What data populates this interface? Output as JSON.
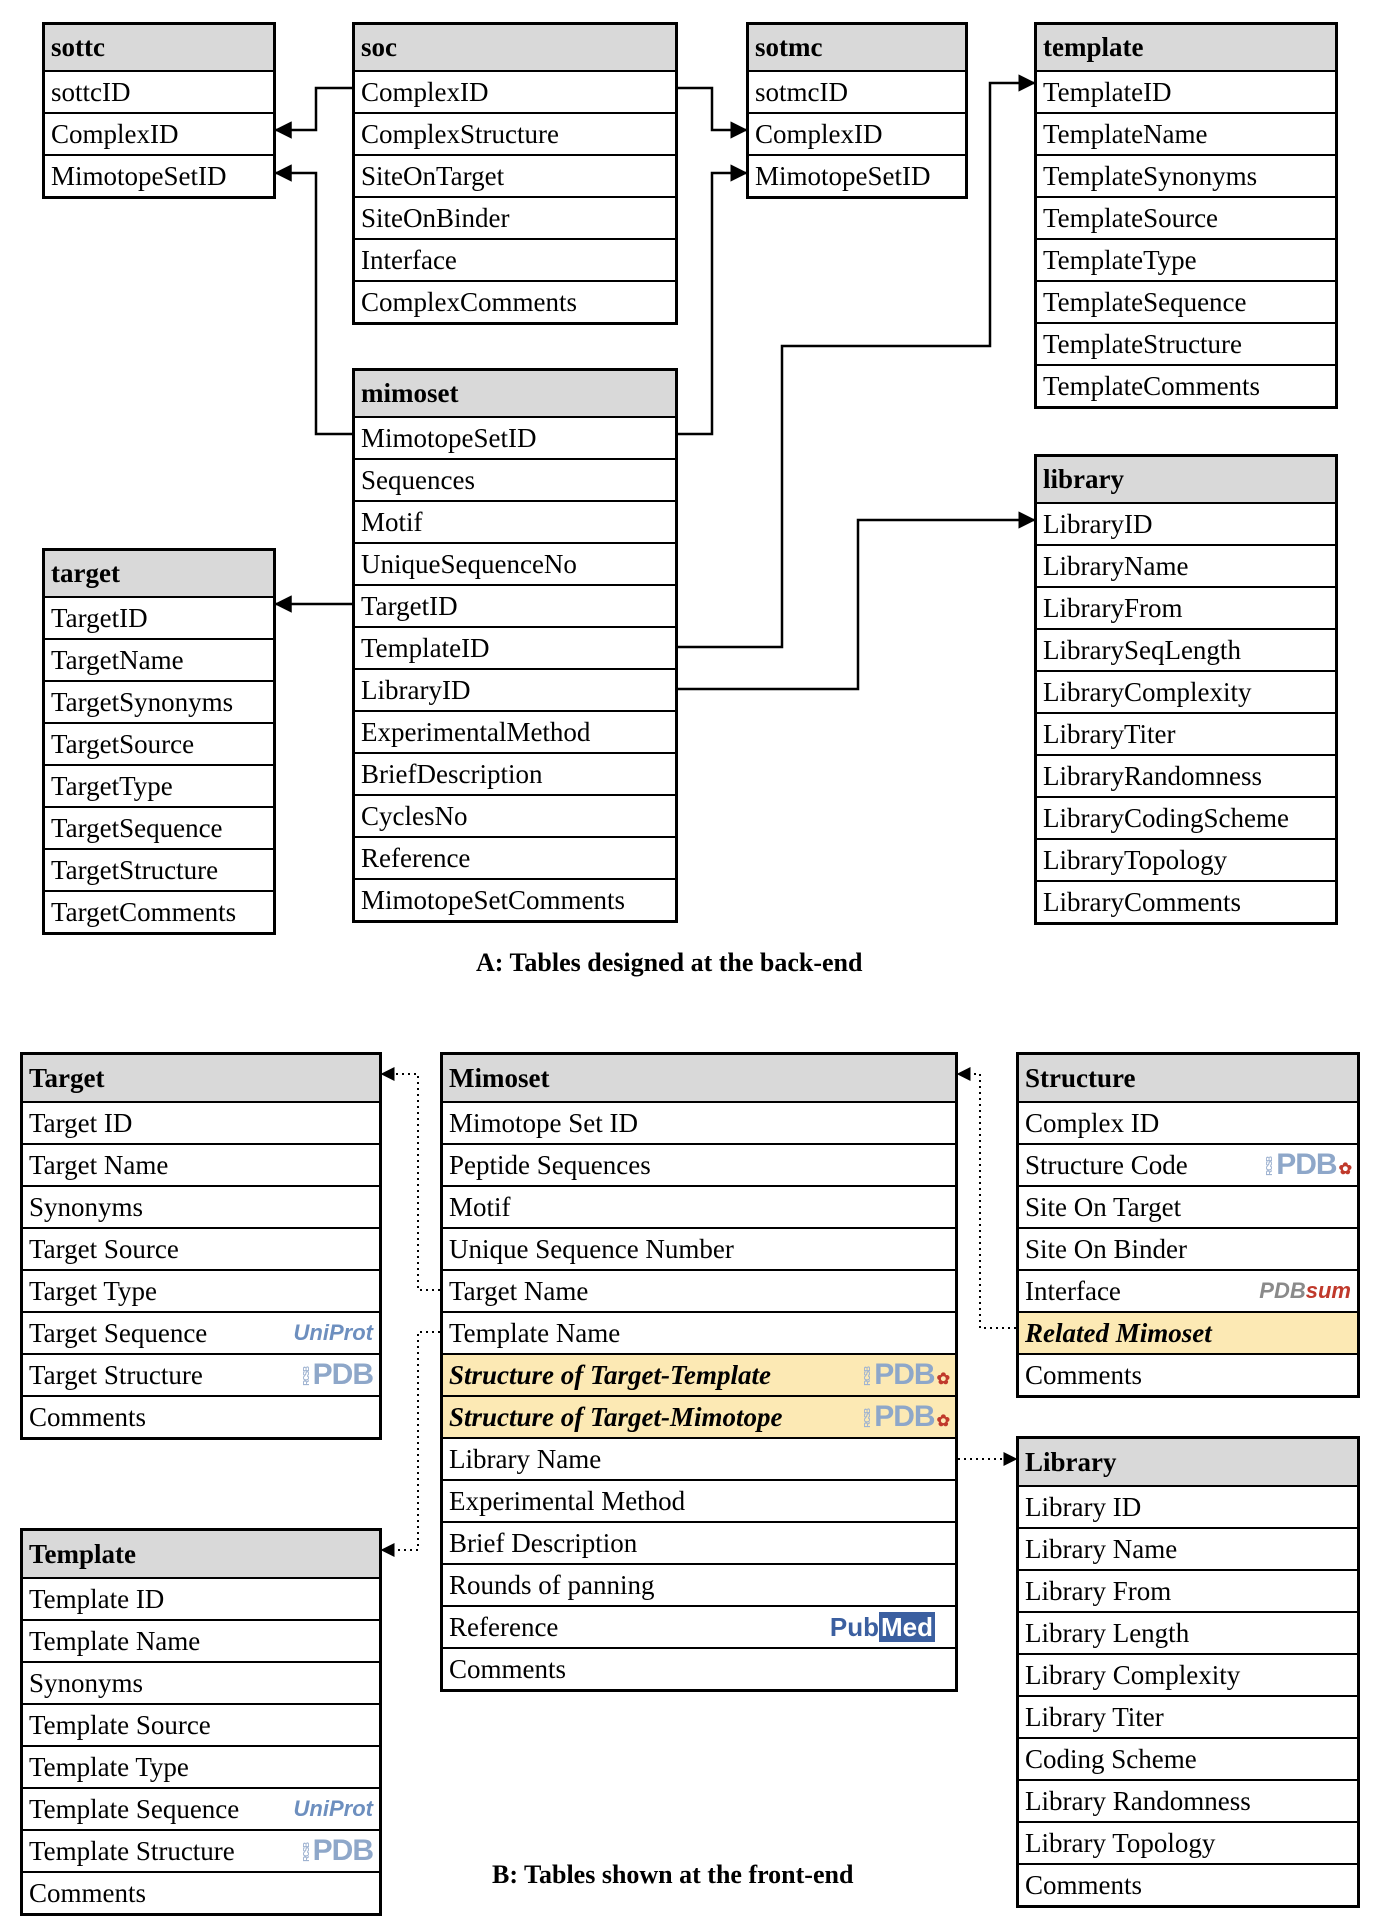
{
  "backend": {
    "caption": "A: Tables designed at the back-end",
    "sottc": [
      "sottc",
      "sottcID",
      "ComplexID",
      "MimotopeSetID"
    ],
    "soc": [
      "soc",
      "ComplexID",
      "ComplexStructure",
      "SiteOnTarget",
      "SiteOnBinder",
      "Interface",
      "ComplexComments"
    ],
    "sotmc": [
      "sotmc",
      "sotmcID",
      "ComplexID",
      "MimotopeSetID"
    ],
    "template": [
      "template",
      "TemplateID",
      "TemplateName",
      "TemplateSynonyms",
      "TemplateSource",
      "TemplateType",
      "TemplateSequence",
      "TemplateStructure",
      "TemplateComments"
    ],
    "mimoset": [
      "mimoset",
      "MimotopeSetID",
      "Sequences",
      "Motif",
      "UniqueSequenceNo",
      "TargetID",
      "TemplateID",
      "LibraryID",
      "ExperimentalMethod",
      "BriefDescription",
      "CyclesNo",
      "Reference",
      "MimotopeSetComments"
    ],
    "target": [
      "target",
      "TargetID",
      "TargetName",
      "TargetSynonyms",
      "TargetSource",
      "TargetType",
      "TargetSequence",
      "TargetStructure",
      "TargetComments"
    ],
    "library": [
      "library",
      "LibraryID",
      "LibraryName",
      "LibraryFrom",
      "LibrarySeqLength",
      "LibraryComplexity",
      "LibraryTiter",
      "LibraryRandomness",
      "LibraryCodingScheme",
      "LibraryTopology",
      "LibraryComments"
    ]
  },
  "frontend": {
    "caption": "B: Tables shown at the front-end",
    "target": [
      "Target",
      "Target ID",
      "Target Name",
      "Synonyms",
      "Target Source",
      "Target Type",
      "Target Sequence",
      "Target Structure",
      "Comments"
    ],
    "mimoset": [
      "Mimoset",
      "Mimotope Set ID",
      "Peptide Sequences",
      "Motif",
      "Unique Sequence Number",
      "Target Name",
      "Template Name",
      "Structure of Target-Template",
      "Structure of Target-Mimotope",
      "Library Name",
      "Experimental Method",
      "Brief Description",
      "Rounds of panning",
      "Reference",
      "Comments"
    ],
    "structure": [
      "Structure",
      "Complex ID",
      "Structure Code",
      "Site On Target",
      "Site On Binder",
      "Interface",
      "Related Mimoset",
      "Comments"
    ],
    "template": [
      "Template",
      "Template ID",
      "Template Name",
      "Synonyms",
      "Template Source",
      "Template Type",
      "Template Sequence",
      "Template Structure",
      "Comments"
    ],
    "library": [
      "Library",
      "Library ID",
      "Library Name",
      "Library From",
      "Library Length",
      "Library Complexity",
      "Library Titer",
      "Coding Scheme",
      "Library Randomness",
      "Library Topology",
      "Comments"
    ]
  },
  "logos": {
    "pdb": "PDB",
    "rcsb": "RCSB",
    "uniprot": "UniProt",
    "pubmed_a": "Pub",
    "pubmed_b": "Med",
    "pdbsum_a": "PDB",
    "pdbsum_b": "sum"
  }
}
